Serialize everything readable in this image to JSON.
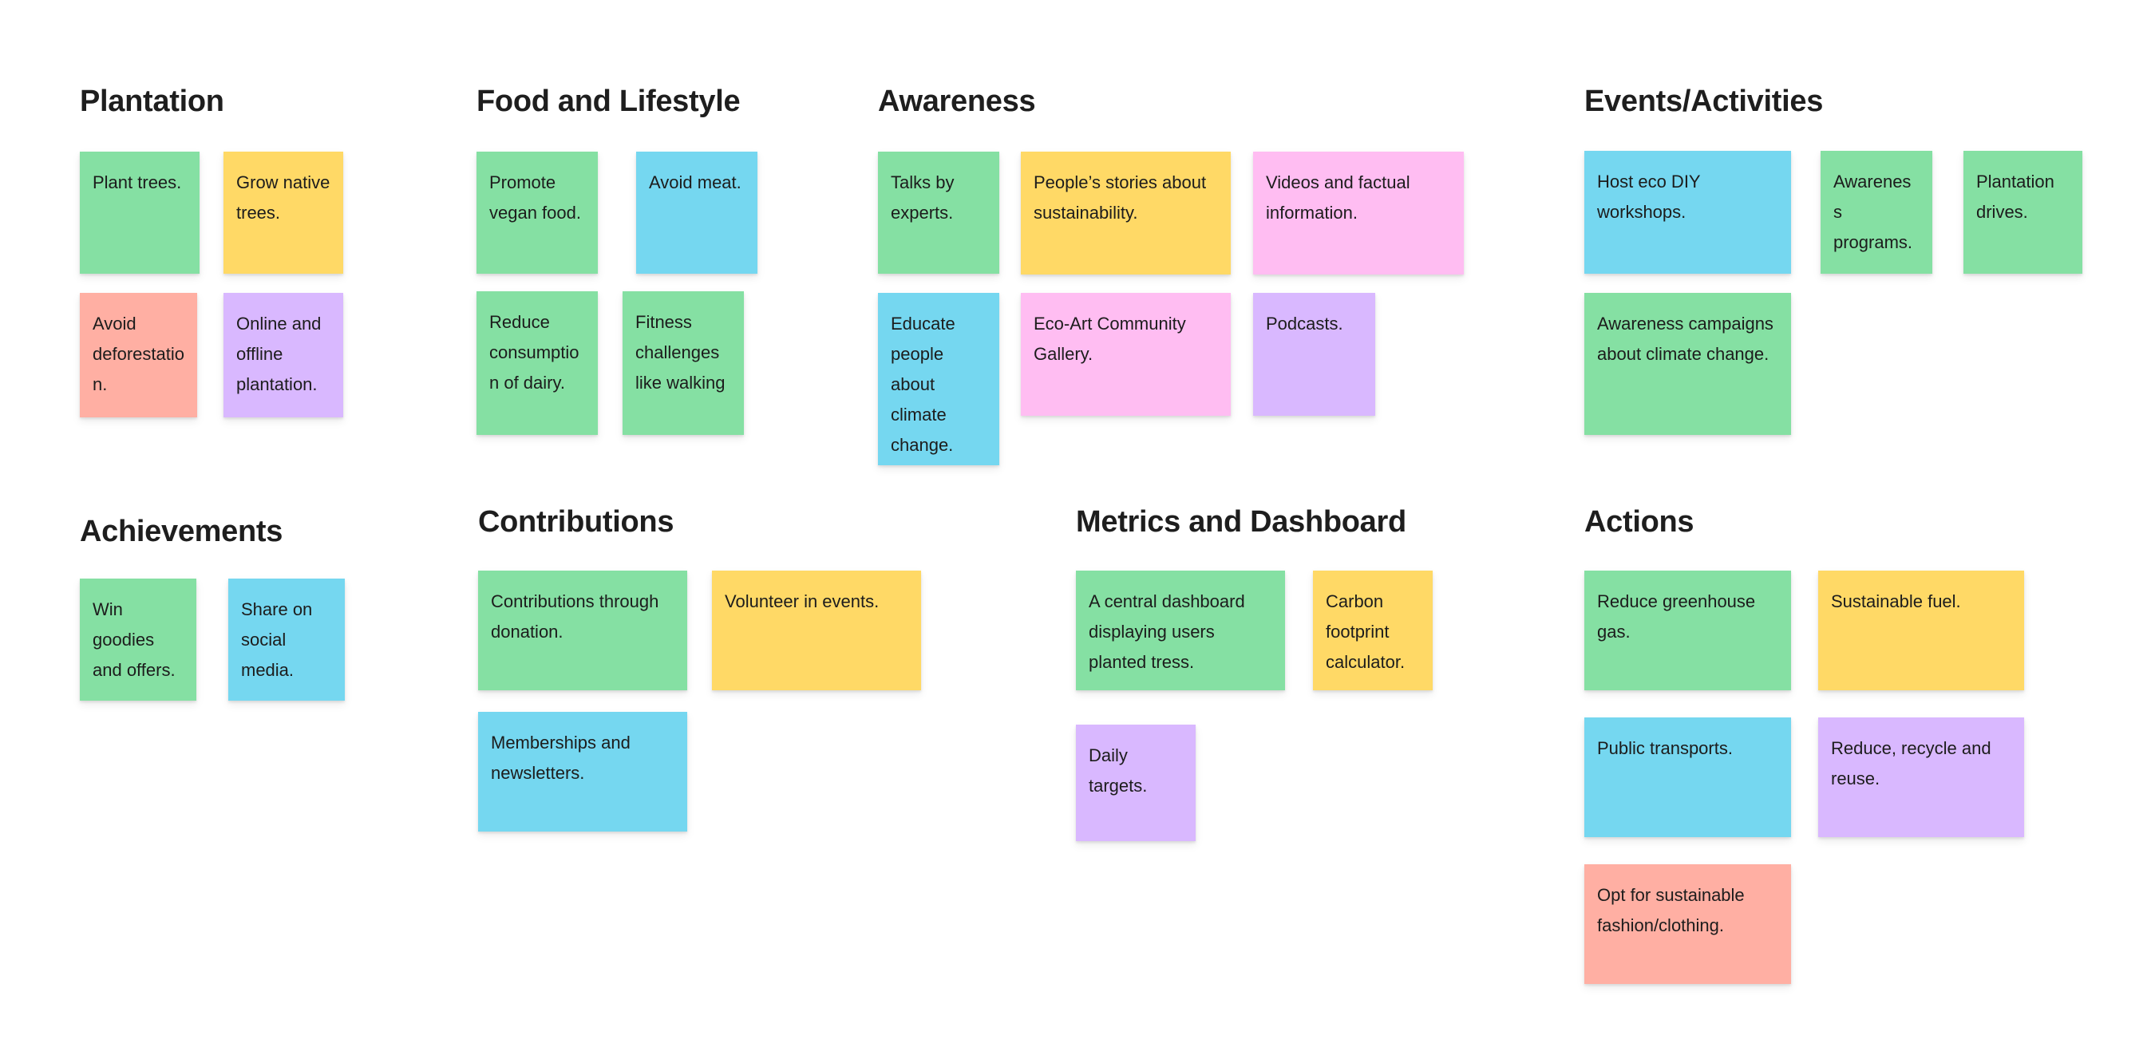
{
  "palette": {
    "green": "#85E0A3",
    "yellow": "#FFD966",
    "salmon": "#FFAFA3",
    "purple": "#D9B8FF",
    "blue": "#75D7F0",
    "pink": "#FFBDF2",
    "background": "#FFFFFF",
    "text": "#1C1C1C"
  },
  "sections": [
    {
      "title": "Plantation",
      "notes": [
        {
          "text": "Plant trees.",
          "color": "green"
        },
        {
          "text": "Grow native trees.",
          "color": "yellow"
        },
        {
          "text": "Avoid deforestation.",
          "color": "salmon"
        },
        {
          "text": "Online and offline plantation.",
          "color": "purple"
        }
      ]
    },
    {
      "title": "Food and Lifestyle",
      "notes": [
        {
          "text": "Promote vegan food.",
          "color": "green"
        },
        {
          "text": "Avoid meat.",
          "color": "blue"
        },
        {
          "text": "Reduce consumption of dairy.",
          "color": "green"
        },
        {
          "text": "Fitness challenges like walking",
          "color": "green"
        }
      ]
    },
    {
      "title": "Awareness",
      "notes": [
        {
          "text": "Talks by experts.",
          "color": "green"
        },
        {
          "text": "People’s stories about sustainability.",
          "color": "yellow"
        },
        {
          "text": "Videos and factual information.",
          "color": "pink"
        },
        {
          "text": "Educate people about climate change.",
          "color": "blue"
        },
        {
          "text": "Eco-Art Community Gallery.",
          "color": "pink"
        },
        {
          "text": "Podcasts.",
          "color": "purple"
        }
      ]
    },
    {
      "title": "Events/Activities",
      "notes": [
        {
          "text": "Host eco DIY workshops.",
          "color": "blue"
        },
        {
          "text": "Awareness programs.",
          "color": "green"
        },
        {
          "text": "Plantation drives.",
          "color": "green"
        },
        {
          "text": "Awareness campaigns about climate change.",
          "color": "green"
        }
      ]
    },
    {
      "title": "Achievements",
      "notes": [
        {
          "text": "Win goodies and offers.",
          "color": "green"
        },
        {
          "text": "Share on social media.",
          "color": "blue"
        }
      ]
    },
    {
      "title": "Contributions",
      "notes": [
        {
          "text": "Contributions through donation.",
          "color": "green"
        },
        {
          "text": "Volunteer in events.",
          "color": "yellow"
        },
        {
          "text": "Memberships and newsletters.",
          "color": "blue"
        }
      ]
    },
    {
      "title": "Metrics and Dashboard",
      "notes": [
        {
          "text": "A central dashboard displaying users planted tress.",
          "color": "green"
        },
        {
          "text": "Carbon footprint calculator.",
          "color": "yellow"
        },
        {
          "text": "Daily targets.",
          "color": "purple"
        }
      ]
    },
    {
      "title": "Actions",
      "notes": [
        {
          "text": "Reduce greenhouse gas.",
          "color": "green"
        },
        {
          "text": "Sustainable fuel.",
          "color": "yellow"
        },
        {
          "text": "Public transports.",
          "color": "blue"
        },
        {
          "text": "Reduce, recycle and reuse.",
          "color": "purple"
        },
        {
          "text": "Opt for sustainable fashion/clothing.",
          "color": "salmon"
        }
      ]
    }
  ]
}
